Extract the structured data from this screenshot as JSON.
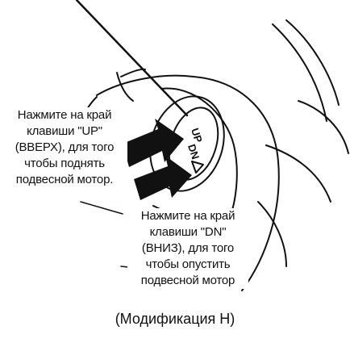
{
  "callouts": {
    "up": {
      "lines": [
        "Нажмите на край",
        "клавиши \"UP\"",
        "(ВВЕРХ), для того",
        "чтобы поднять",
        "подвесной мотор."
      ]
    },
    "down": {
      "lines": [
        "Нажмите на край",
        "клавиши \"DN\"",
        "(ВНИЗ), для того",
        "чтобы опустить",
        "подвесной мотор"
      ]
    }
  },
  "switch_labels": {
    "up": "UP",
    "down": "DN"
  },
  "caption": "(Модификация H)"
}
